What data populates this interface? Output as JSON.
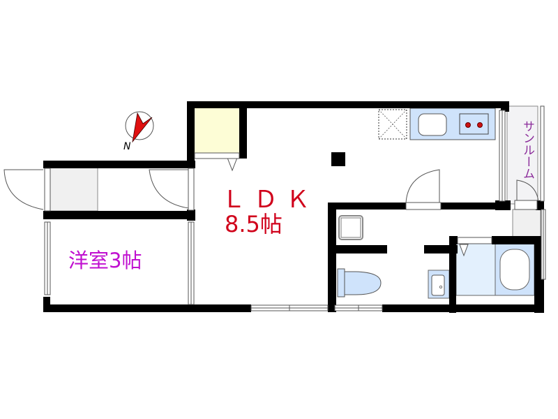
{
  "floorplan": {
    "rooms": {
      "ldk": {
        "name": "ＬＤＫ",
        "size": "8.5帖"
      },
      "western_room": {
        "label": "洋室3帖"
      },
      "sunroom": {
        "label": "サンルーム"
      }
    },
    "compass": {
      "label": "N"
    },
    "colors": {
      "wall": "#000000",
      "ldk_text": "#d0021b",
      "western_room_text": "#c010d0",
      "sunroom_text": "#8b2b9a",
      "fixture_blue": "#cfe3fb",
      "bath_blue": "#e3f0fd",
      "storage_yellow": "#fdfdd6",
      "closet_gray": "#f0f0f0",
      "stove_burner": "#cc1111",
      "compass_arrow": "#e01010"
    }
  }
}
